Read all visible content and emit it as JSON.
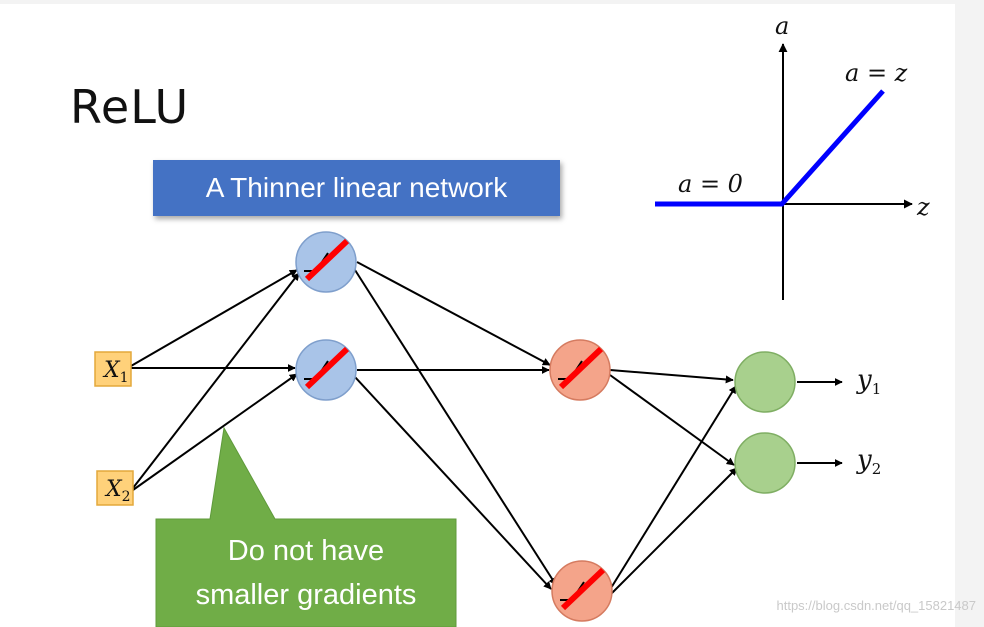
{
  "slide": {
    "title": "ReLU",
    "banner_text": "A Thinner linear network",
    "callout_line1": "Do not have",
    "callout_line2": "smaller gradients",
    "watermark": "https://blog.csdn.net/qq_15821487"
  },
  "inputs": [
    {
      "label": "X",
      "sub": "1"
    },
    {
      "label": "X",
      "sub": "2"
    }
  ],
  "outputs": [
    {
      "label": "y",
      "sub": "1"
    },
    {
      "label": "y",
      "sub": "2"
    }
  ],
  "relu_graph": {
    "y_axis_label": "a",
    "x_axis_label": "z",
    "positive_label": "a = z",
    "zero_label": "a = 0"
  },
  "colors": {
    "hidden1_fill": "#a9c4e8",
    "hidden2_fill": "#f4a48a",
    "output_fill": "#a8d08d",
    "input_fill": "#ffd17a",
    "banner": "#4472c4",
    "callout": "#70ad47",
    "relu_line": "#0000ff",
    "strike": "#ff0000"
  }
}
